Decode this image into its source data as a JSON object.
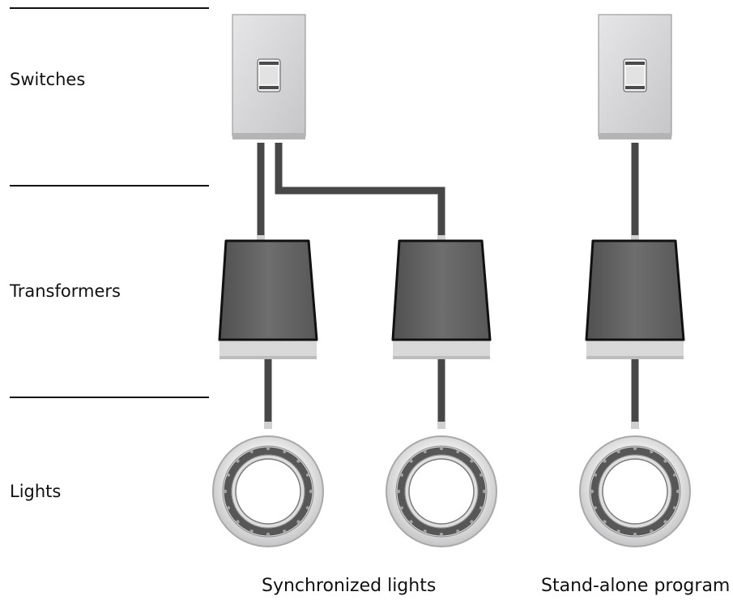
{
  "rows": {
    "switches": "Switches",
    "transformers": "Transformers",
    "lights": "Lights"
  },
  "captions": {
    "synchronized": "Synchronized lights",
    "standalone": "Stand-alone program"
  },
  "colors": {
    "wire": "#474747",
    "switch_plate": "#d4d4d6",
    "transformer_body": "#646464",
    "transformer_base": "#d8d8d8",
    "light_ring": "#cfcfd1"
  }
}
